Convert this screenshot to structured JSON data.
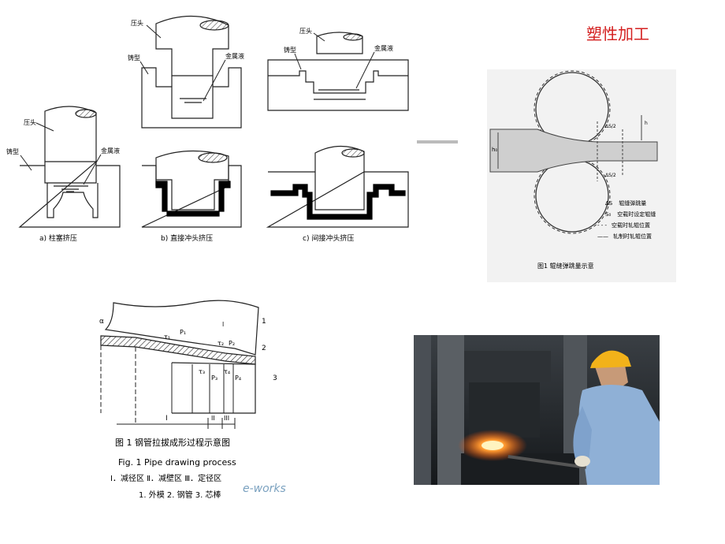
{
  "slide_title": "塑性加工",
  "extrusion": {
    "press_head": "压头",
    "die": "铸型",
    "molten_metal": "金属液",
    "captions": [
      "a) 柱塞挤压",
      "b) 直接冲头挤压",
      "c) 间接冲头挤压"
    ]
  },
  "rolling": {
    "legend": [
      {
        "sym": "ΔS",
        "text": "辊缝弹跳量"
      },
      {
        "sym": "S₀",
        "text": "空载时设定辊缝"
      },
      {
        "sym": "- - -",
        "text": "空载时轧辊位置"
      },
      {
        "sym": "——",
        "text": "轧制时轧辊位置"
      }
    ],
    "figure_caption": "图1  辊缝弹跳量示意"
  },
  "pipe_drawing": {
    "title_cn": "图 1   钢管拉拔成形过程示意图",
    "title_en": "Fig. 1   Pipe drawing process",
    "zones": "Ⅰ．减径区   Ⅱ．减壁区   Ⅲ．定径区",
    "parts": "1. 外模  2. 钢管  3. 芯棒",
    "watermark": "e-works",
    "numbers": [
      "1",
      "2",
      "3"
    ],
    "zone_marks": [
      "I",
      "II",
      "III"
    ],
    "symbols": [
      "α",
      "τ₁",
      "P₁",
      "l",
      "τ₂",
      "P₂",
      "τ₃",
      "P₃",
      "τ₄",
      "P₄"
    ]
  },
  "photo": {
    "subject": "forging worker at press"
  }
}
